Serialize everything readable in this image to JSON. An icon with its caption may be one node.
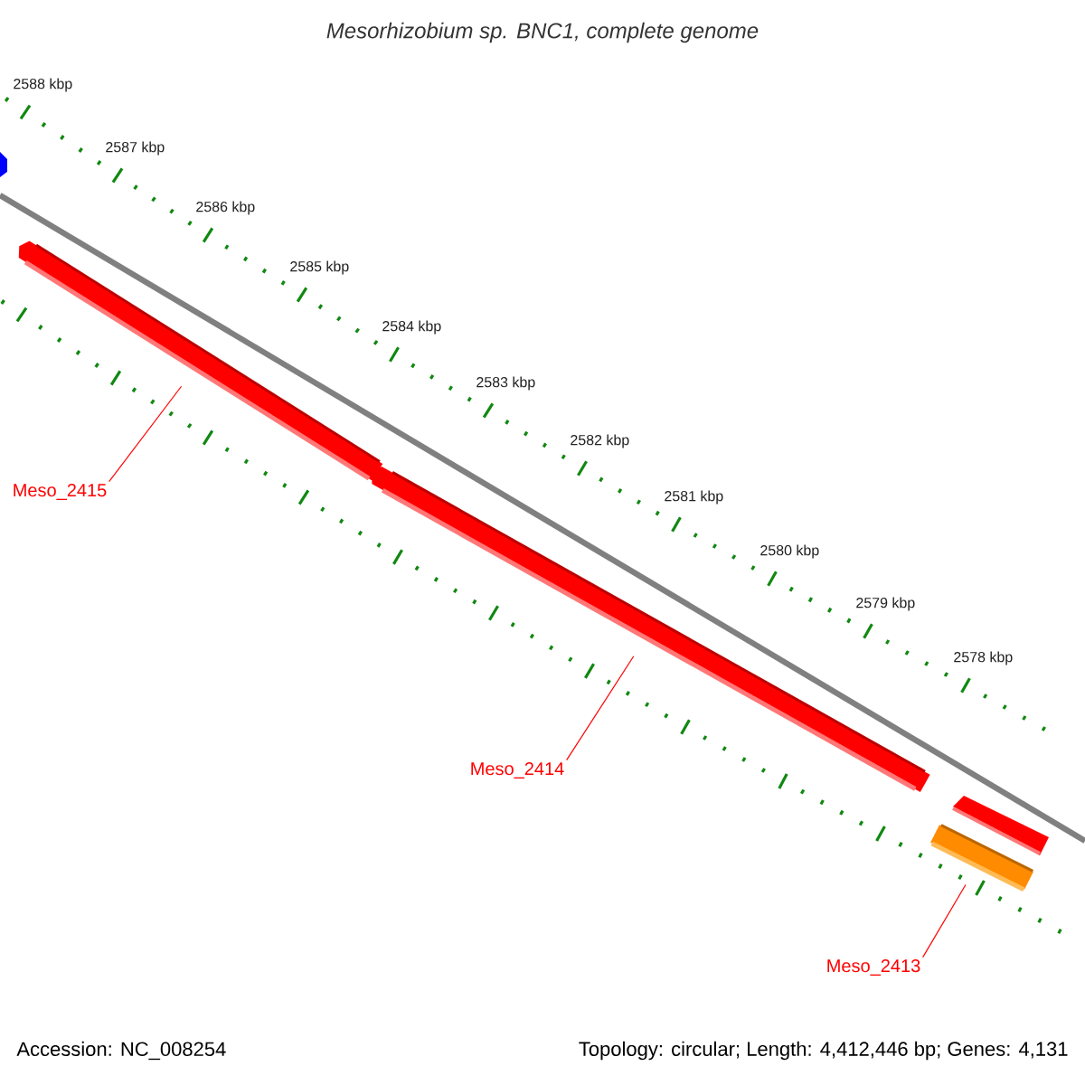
{
  "diagram": {
    "title": "Mesorhizobium sp. BNC1, complete genome",
    "nodes": [
      {
        "text": [],
        "shape": "bar"
      },
      {
        "text": [],
        "shape": "bar"
      },
      {
        "text": [],
        "shape": "bar"
      },
      {
        "text": [
          "Meso_2415"
        ]
      },
      {
        "text": [
          "Meso_2414"
        ]
      },
      {
        "text": [
          "Meso_2413"
        ]
      }
    ],
    "edges": [
      {
        "from": 3,
        "to": 0,
        "arrow": "none",
        "color": "#ff0000"
      },
      {
        "from": 4,
        "to": 1,
        "arrow": "none",
        "color": "#ff0000"
      },
      {
        "from": 5,
        "to": 2,
        "arrow": "none",
        "color": "#ff0000"
      }
    ],
    "labels": [
      "2588 kbp",
      "2587 kbp",
      "2586 kbp",
      "2585 kbp",
      "2584 kbp",
      "2583 kbp",
      "2582 kbp",
      "2581 kbp",
      "2580 kbp",
      "2579 kbp",
      "2578 kbp",
      "Accession: NC_008254",
      "Topology: circular; Length: 4,412,446 bp; Genes: 4,131"
    ]
  }
}
